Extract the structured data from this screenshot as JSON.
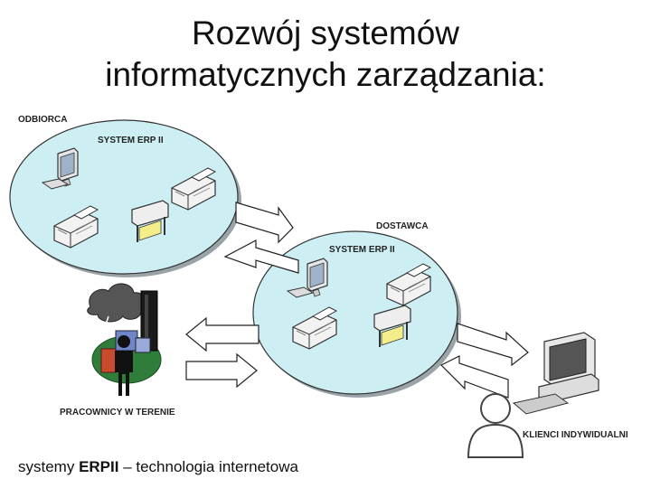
{
  "title": {
    "line1": "Rozwój systemów",
    "line2": "informatycznych zarządzania:"
  },
  "labels": {
    "odbiorca": "ODBIORCA",
    "system_erp_top": "SYSTEM ERP II",
    "dostawca": "DOSTAWCA",
    "system_erp_mid": "SYSTEM ERP II",
    "pracownicy": "PRACOWNICY W TERENIE",
    "klienci": "KLIENCI INDYWIDUALNI"
  },
  "footer": {
    "prefix": "systemy ",
    "bold": "ERPII",
    "suffix": " – technologia internetowa"
  },
  "colors": {
    "ellipse_fill": "#cdeff3",
    "ellipse_stroke": "#333333",
    "arrow_stroke": "#222222",
    "arrow_fill": "#ffffff",
    "shadow": "#9aa3a8",
    "icon_fill": "#f2f2f2"
  }
}
